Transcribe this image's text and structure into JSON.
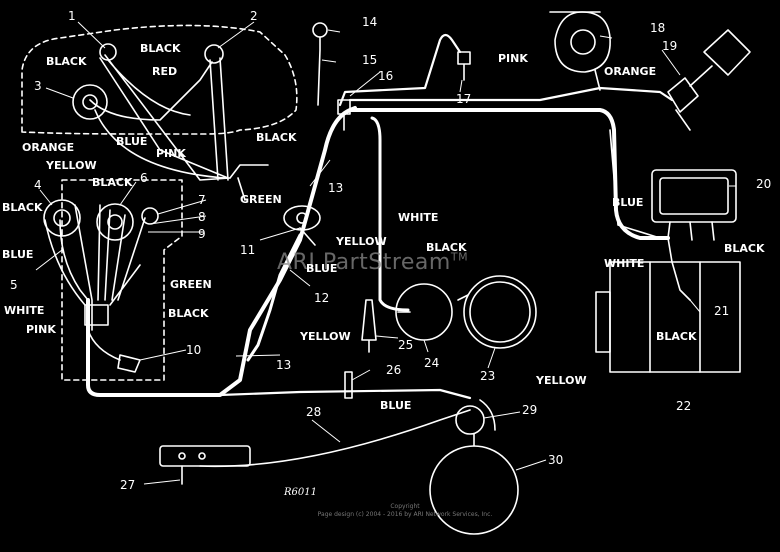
{
  "watermark": {
    "brand": "ARI PartStream",
    "tm": "TM"
  },
  "drawing_ref": "R6011",
  "copyright": {
    "line1": "Copyright",
    "line2": "Page design (c) 2004 - 2016 by ARI Network Services, Inc."
  },
  "wire_labels": {
    "black_a": "BLACK",
    "black_b": "BLACK",
    "red": "RED",
    "orange_left": "ORANGE",
    "blue_a": "BLUE",
    "black_c": "BLACK",
    "pink_a": "PINK",
    "green_a": "GREEN",
    "yellow_a": "YELLOW",
    "black_d": "BLACK",
    "black_e": "BLACK",
    "blue_b": "BLUE",
    "white_a": "WHITE",
    "pink_b": "PINK",
    "green_b": "GREEN",
    "black_f": "BLACK",
    "yellow_b": "YELLOW",
    "blue_c": "BLUE",
    "yellow_c": "YELLOW",
    "white_b": "WHITE",
    "black_g": "BLACK",
    "pink_c": "PINK",
    "orange_right": "ORANGE",
    "blue_d": "BLUE",
    "black_h": "BLACK",
    "white_c": "WHITE",
    "black_i": "BLACK",
    "yellow_d": "YELLOW",
    "blue_e": "BLUE"
  },
  "callouts": {
    "n1": "1",
    "n2": "2",
    "n3": "3",
    "n4": "4",
    "n5": "5",
    "n6": "6",
    "n7": "7",
    "n8": "8",
    "n9": "9",
    "n10": "10",
    "n11": "11",
    "n12": "12",
    "n13a": "13",
    "n13b": "13",
    "n14": "14",
    "n15": "15",
    "n16": "16",
    "n17": "17",
    "n18": "18",
    "n19": "19",
    "n20": "20",
    "n21": "21",
    "n22": "22",
    "n23": "23",
    "n24": "24",
    "n25": "25",
    "n26": "26",
    "n27": "27",
    "n28": "28",
    "n29": "29",
    "n30": "30"
  },
  "colors": {
    "background": "#000000",
    "line": "#ffffff",
    "watermark": "#8a8a8a"
  }
}
